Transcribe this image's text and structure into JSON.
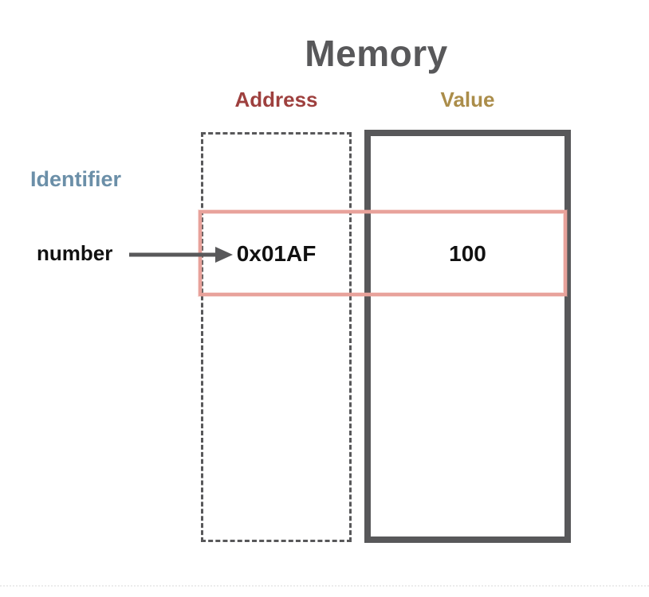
{
  "diagram": {
    "title": "Memory",
    "column_headers": {
      "address": "Address",
      "value": "Value"
    },
    "identifier_label": "Identifier",
    "variable": {
      "name": "number",
      "address": "0x01AF",
      "value": "100"
    },
    "icons": {
      "arrow_right": "arrow-right-icon"
    },
    "colors": {
      "title": "#58585a",
      "address_header": "#9e403e",
      "value_header": "#ab8d4a",
      "identifier_label": "#6b8fa8",
      "box_border": "#58585a",
      "highlight_border": "#e8a29b",
      "arrow": "#58585a",
      "cell_text": "#111111"
    }
  }
}
